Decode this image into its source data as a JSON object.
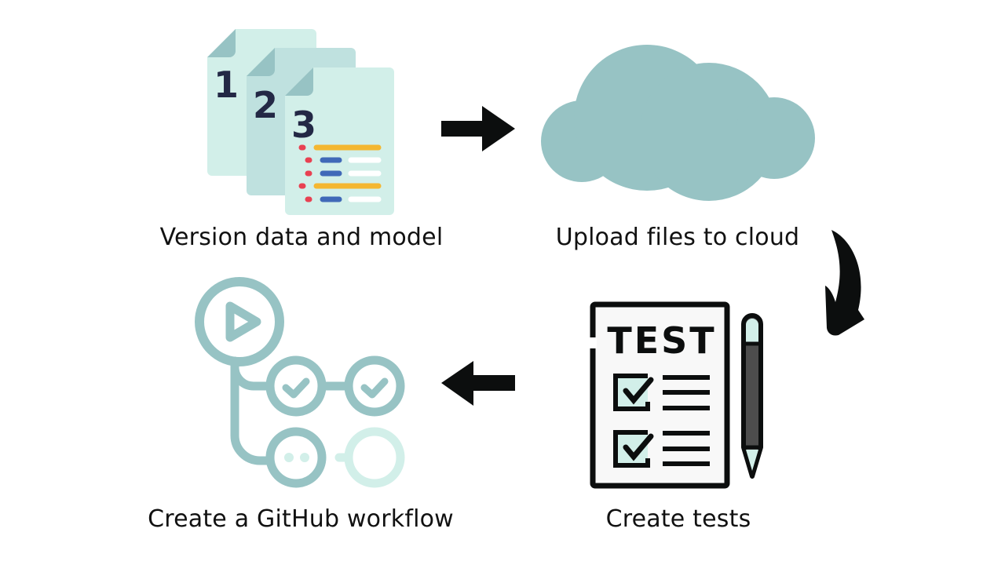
{
  "diagram": {
    "steps": [
      {
        "label": "Version data and model",
        "icon": "versioned-documents-icon",
        "doc_numbers": [
          "1",
          "2",
          "3"
        ]
      },
      {
        "label": "Upload files to cloud",
        "icon": "cloud-icon"
      },
      {
        "label": "Create tests",
        "icon": "test-sheet-icon",
        "sheet_title": "TEST"
      },
      {
        "label": "Create a GitHub workflow",
        "icon": "github-workflow-icon"
      }
    ],
    "arrows": [
      "arrow-right-icon",
      "curved-arrow-down-icon",
      "arrow-left-icon"
    ]
  },
  "colors": {
    "teal": "#97c3c4",
    "teal_light": "#d2efe9",
    "doc_mid": "#bfe1df",
    "navy": "#232845",
    "red": "#e84152",
    "yellow": "#f4b731",
    "blue": "#4069b8",
    "black": "#0c0e0e"
  }
}
